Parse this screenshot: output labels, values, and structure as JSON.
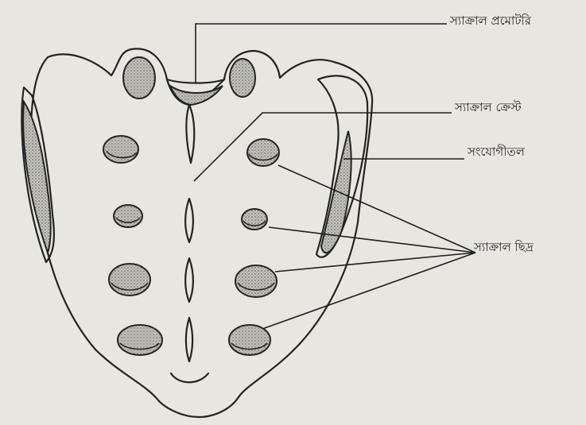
{
  "diagram": {
    "labels": {
      "promontory": "স্যাক্রাল প্রমোটরি",
      "crest": "স্যাক্রাল ক্রেস্ট",
      "joint": "সংযোগীতল",
      "foramina": "স্যাক্রাল ছিদ্র"
    },
    "colors": {
      "paper": "#e7e6e1",
      "ink": "#232323",
      "stipple": "#9c9c96"
    }
  }
}
